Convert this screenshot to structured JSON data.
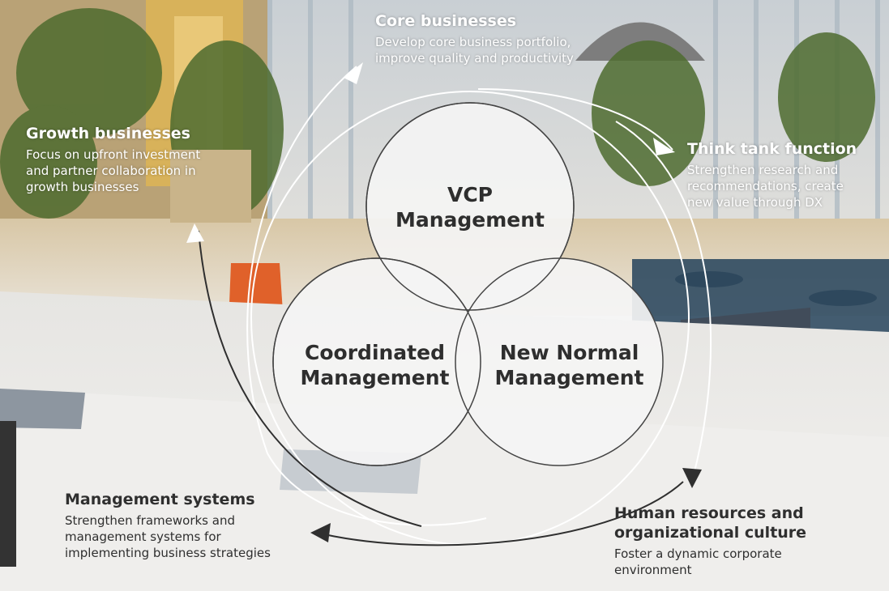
{
  "diagram": {
    "center_circles": [
      {
        "line1": "VCP",
        "line2": "Management"
      },
      {
        "line1": "Coordinated",
        "line2": "Management"
      },
      {
        "line1": "New Normal",
        "line2": "Management"
      }
    ],
    "nodes": {
      "core": {
        "title": "Core businesses",
        "desc1": "Develop core business portfolio,",
        "desc2": "improve quality and productivity"
      },
      "think_tank": {
        "title": "Think tank function",
        "desc1": "Strengthen research and",
        "desc2": "recommendations, create",
        "desc3": "new value through DX"
      },
      "growth": {
        "title": "Growth businesses",
        "desc1": "Focus on upfront investment",
        "desc2": "and partner collaboration in",
        "desc3": "growth businesses"
      },
      "management_systems": {
        "title": "Management systems",
        "desc1": "Strengthen frameworks and",
        "desc2": "management systems for",
        "desc3": "implementing business strategies"
      },
      "human_resources": {
        "title1": "Human resources and",
        "title2": "organizational culture",
        "desc1": "Foster a dynamic corporate",
        "desc2": "environment"
      }
    }
  },
  "colors": {
    "light_text": "#ffffff",
    "dark_text": "#2f2f2f",
    "circle_fill": "#f4f4f4",
    "circle_stroke": "#444444"
  },
  "background": "office-interior-photo"
}
